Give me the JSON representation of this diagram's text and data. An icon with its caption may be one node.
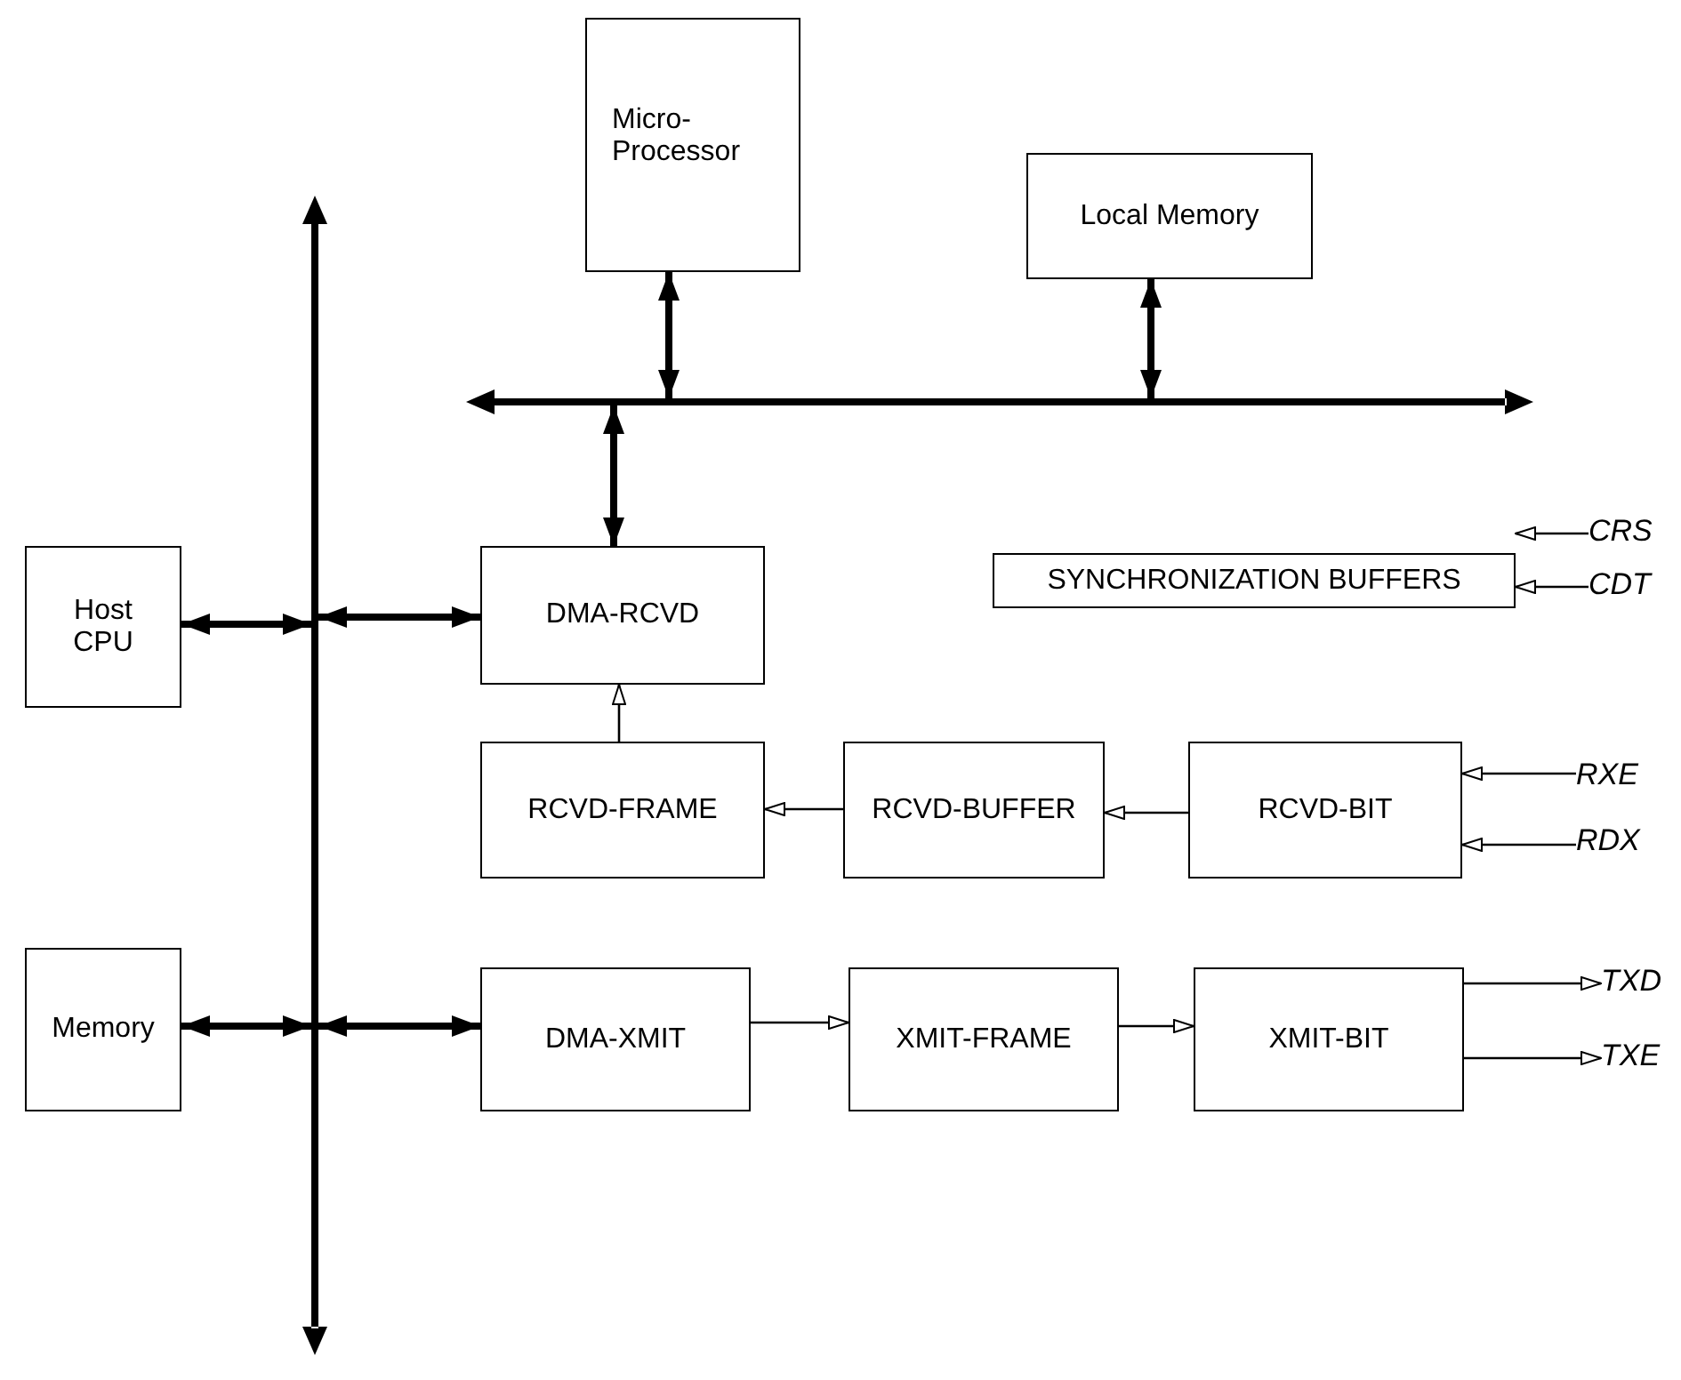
{
  "diagram": {
    "nodes": [
      {
        "text": [
          "Micro- Processor"
        ]
      },
      {
        "text": [
          "Local Memory"
        ]
      },
      {
        "text": [],
        "shape": "bar"
      },
      {
        "text": [],
        "shape": "bar"
      },
      {
        "text": [
          "DMA-RCVD"
        ]
      },
      {
        "text": [
          "SYNCHRONIZATION BUFFERS"
        ]
      },
      {
        "text": [
          "CRS"
        ]
      },
      {
        "text": [
          "CDT"
        ]
      },
      {
        "text": [
          "Host CPU"
        ]
      },
      {
        "text": [
          "RCVD-FRAME"
        ]
      },
      {
        "text": [
          "RCVD-BUFFER"
        ]
      },
      {
        "text": [
          "RCVD-BIT"
        ]
      },
      {
        "text": [
          "RXE"
        ]
      },
      {
        "text": [
          "RDX"
        ]
      },
      {
        "text": [
          "Memory"
        ]
      },
      {
        "text": [
          "DMA-XMIT"
        ]
      },
      {
        "text": [
          "XMIT-FRAME"
        ]
      },
      {
        "text": [
          "XMIT-BIT"
        ]
      },
      {
        "text": [
          "TXD"
        ]
      },
      {
        "text": [
          "TXE"
        ]
      }
    ],
    "edges": [
      {
        "from": 0,
        "to": 3,
        "arrow": "both",
        "style": "thick"
      },
      {
        "from": 1,
        "to": 3,
        "arrow": "both",
        "style": "thick"
      },
      {
        "from": 3,
        "to": 4,
        "arrow": "both",
        "style": "thick"
      },
      {
        "from": 2,
        "to": 4,
        "arrow": "both",
        "style": "thick"
      },
      {
        "from": 8,
        "to": 2,
        "arrow": "both",
        "style": "thick"
      },
      {
        "from": 9,
        "to": 4,
        "arrow": "to"
      },
      {
        "from": 10,
        "to": 9,
        "arrow": "to"
      },
      {
        "from": 11,
        "to": 10,
        "arrow": "to"
      },
      {
        "from": 6,
        "to": 5,
        "arrow": "to"
      },
      {
        "from": 7,
        "to": 5,
        "arrow": "to"
      },
      {
        "from": 12,
        "to": 11,
        "arrow": "to"
      },
      {
        "from": 13,
        "to": 11,
        "arrow": "to"
      },
      {
        "from": 14,
        "to": 2,
        "arrow": "both",
        "style": "thick"
      },
      {
        "from": 2,
        "to": 15,
        "arrow": "both",
        "style": "thick"
      },
      {
        "from": 15,
        "to": 16,
        "arrow": "to"
      },
      {
        "from": 16,
        "to": 17,
        "arrow": "to"
      },
      {
        "from": 17,
        "to": 18,
        "arrow": "to"
      },
      {
        "from": 17,
        "to": 19,
        "arrow": "to"
      }
    ]
  }
}
